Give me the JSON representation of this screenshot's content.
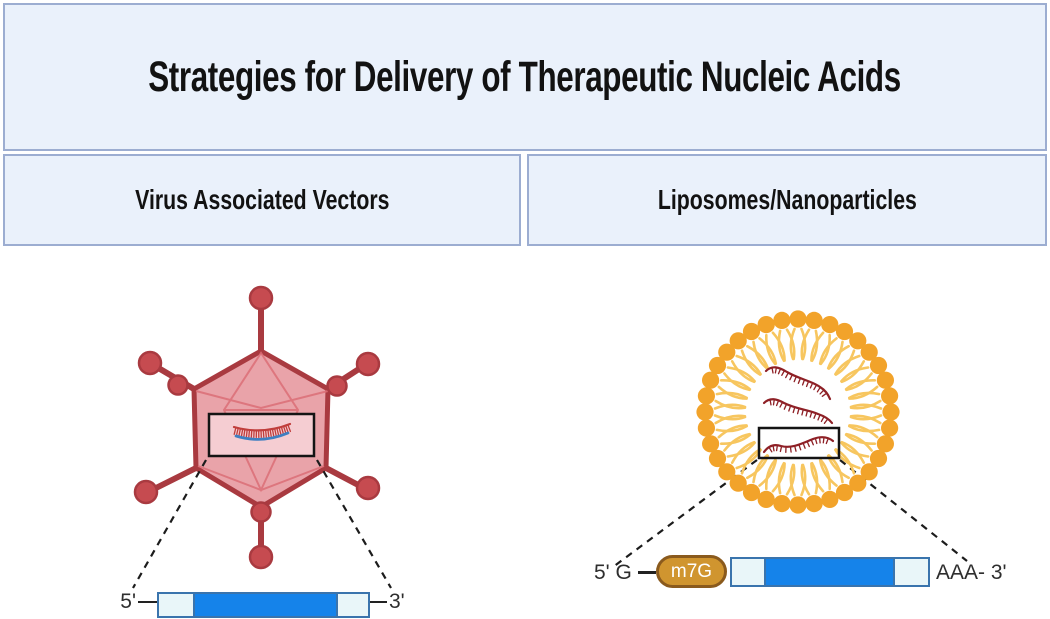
{
  "header": {
    "title": "Strategies for Delivery of Therapeutic Nucleic Acids",
    "columns": [
      {
        "id": "viral",
        "label": "Virus Associated Vectors"
      },
      {
        "id": "liposome",
        "label": "Liposomes/Nanoparticles"
      }
    ]
  },
  "viral_panel": {
    "construct": {
      "left_end": "5'",
      "right_end": "3'"
    }
  },
  "liposome_panel": {
    "construct": {
      "left_end": "5' G",
      "cap": "m7G",
      "right_end": "AAA- 3'"
    }
  },
  "colors": {
    "header_bg": "#eaf1fb",
    "header_border": "#9cadd1",
    "virus_capsid_fill": "#e9a3a9",
    "virus_capsid_edge": "#a93a40",
    "virus_knob": "#c64b50",
    "liposome_head": "#f2a32a",
    "liposome_tail": "#f7c65f",
    "mrna_strand": "#8e2026",
    "construct_blue": "#1583ea",
    "construct_light": "#e9f6f9",
    "construct_border": "#3a74ad",
    "cap_fill": "#d0952f",
    "cap_border": "#8a5a1d"
  }
}
